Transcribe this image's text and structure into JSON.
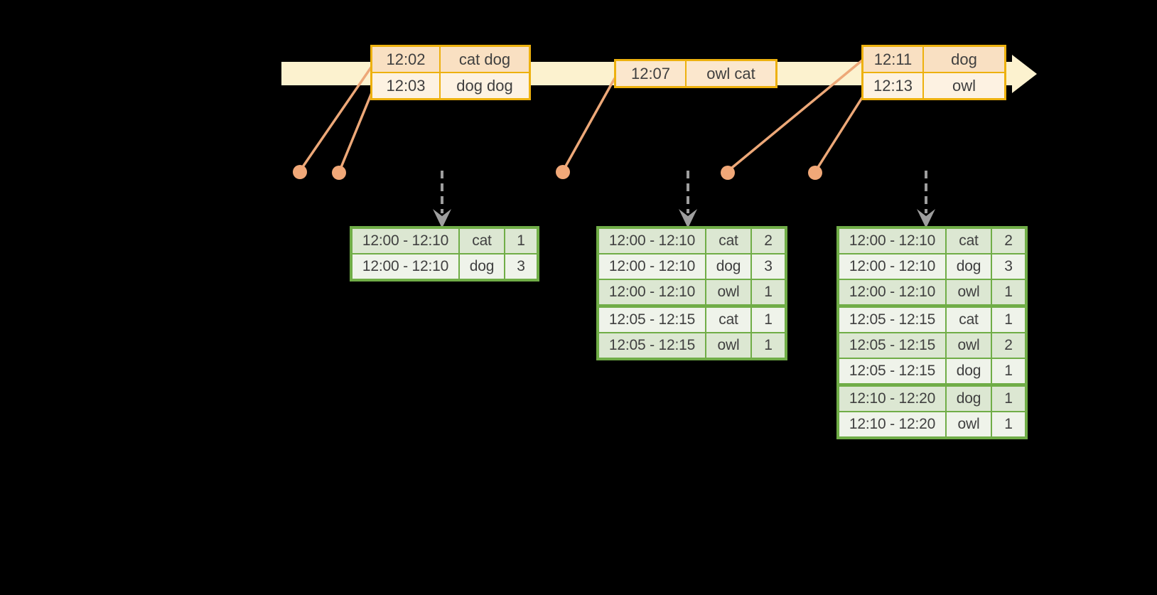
{
  "palette": {
    "background": "#000000",
    "timeline_fill": "#fcf2cf",
    "event_table_border": "#edb10e",
    "event_row_peach": "#f9e0c2",
    "event_row_peach_light": "#fbe7cd",
    "event_row_cream": "#fdf2e2",
    "connector_salmon": "#eda878",
    "result_table_border": "#70ad47",
    "result_row_dark": "#dce7d2",
    "result_row_light": "#eff3ea",
    "trigger_arrow_gray": "#9e9e9e",
    "text": "#3f3f3f"
  },
  "event_stream": {
    "tables": [
      {
        "rows": [
          {
            "time": "12:02",
            "words": "cat dog",
            "tone": "peach"
          },
          {
            "time": "12:03",
            "words": "dog dog",
            "tone": "cream"
          }
        ]
      },
      {
        "rows": [
          {
            "time": "12:07",
            "words": "owl cat",
            "tone": "peach-light"
          }
        ]
      },
      {
        "rows": [
          {
            "time": "12:11",
            "words": "dog",
            "tone": "peach"
          },
          {
            "time": "12:13",
            "words": "owl",
            "tone": "cream"
          }
        ]
      }
    ]
  },
  "result_tables": [
    {
      "rows": [
        {
          "window": "12:00 - 12:10",
          "word": "cat",
          "count": "1"
        },
        {
          "window": "12:00 - 12:10",
          "word": "dog",
          "count": "3"
        }
      ]
    },
    {
      "rows": [
        {
          "window": "12:00 - 12:10",
          "word": "cat",
          "count": "2"
        },
        {
          "window": "12:00 - 12:10",
          "word": "dog",
          "count": "3"
        },
        {
          "window": "12:00 - 12:10",
          "word": "owl",
          "count": "1"
        },
        {
          "window": "12:05 - 12:15",
          "word": "cat",
          "count": "1",
          "group_start": true
        },
        {
          "window": "12:05 - 12:15",
          "word": "owl",
          "count": "1"
        }
      ]
    },
    {
      "rows": [
        {
          "window": "12:00 - 12:10",
          "word": "cat",
          "count": "2"
        },
        {
          "window": "12:00 - 12:10",
          "word": "dog",
          "count": "3"
        },
        {
          "window": "12:00 - 12:10",
          "word": "owl",
          "count": "1"
        },
        {
          "window": "12:05 - 12:15",
          "word": "cat",
          "count": "1",
          "group_start": true
        },
        {
          "window": "12:05 - 12:15",
          "word": "owl",
          "count": "2"
        },
        {
          "window": "12:05 - 12:15",
          "word": "dog",
          "count": "1"
        },
        {
          "window": "12:10 - 12:20",
          "word": "dog",
          "count": "1",
          "group_start": true
        },
        {
          "window": "12:10 - 12:20",
          "word": "owl",
          "count": "1"
        }
      ]
    }
  ]
}
